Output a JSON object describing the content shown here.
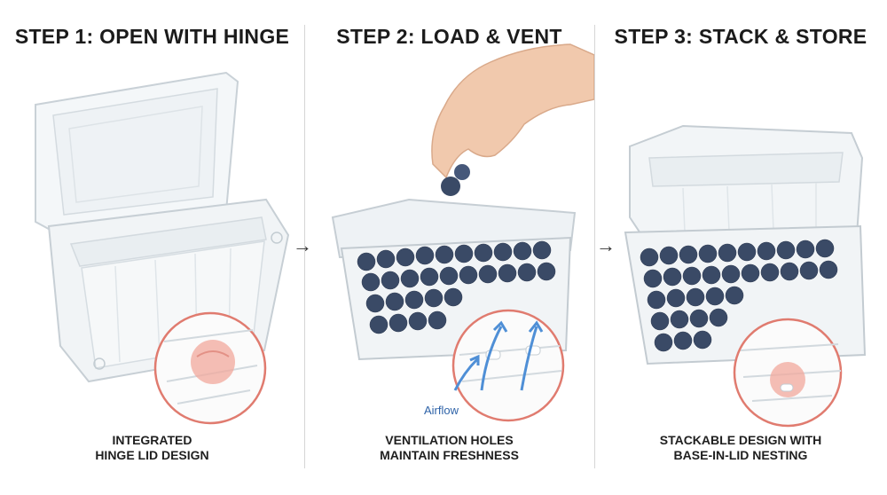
{
  "steps": [
    {
      "title": "STEP 1: OPEN WITH HINGE",
      "caption": [
        "INTEGRATED",
        "HINGE LID DESIGN"
      ],
      "callout": "hinge detail"
    },
    {
      "title": "STEP 2: LOAD & VENT",
      "caption": [
        "VENTILATION HOLES",
        "MAINTAIN FRESHNESS"
      ],
      "callout_label": "Airflow"
    },
    {
      "title": "STEP 3: STACK & STORE",
      "caption": [
        "STACKABLE DESIGN WITH",
        "BASE-IN-LID NESTING"
      ],
      "callout": "nesting detail"
    }
  ],
  "arrows": [
    "→",
    "→"
  ],
  "colors": {
    "callout_ring": "#e07b6f",
    "highlight": "#f2a89c",
    "berry": "#3a4a66",
    "airflow_arrow": "#4f8fd6",
    "text": "#1b1b1b"
  },
  "icons": [
    "right-arrow-icon",
    "airflow-arrow-icon"
  ]
}
